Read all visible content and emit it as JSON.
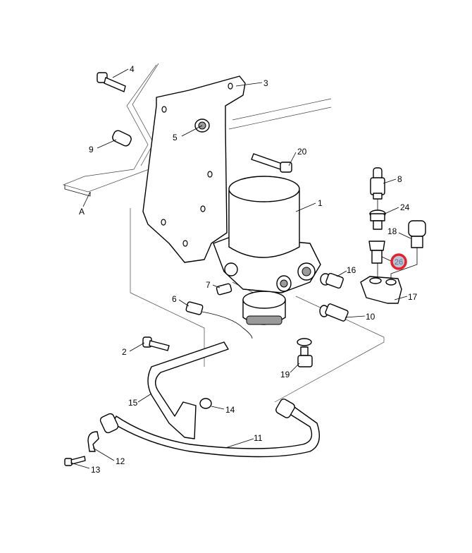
{
  "diagram": {
    "title": "Air dryer assembly exploded parts view",
    "callouts": [
      {
        "id": "1",
        "text": "1"
      },
      {
        "id": "2",
        "text": "2"
      },
      {
        "id": "3",
        "text": "3"
      },
      {
        "id": "4",
        "text": "4"
      },
      {
        "id": "5",
        "text": "5"
      },
      {
        "id": "6",
        "text": "6"
      },
      {
        "id": "7",
        "text": "7"
      },
      {
        "id": "8",
        "text": "8"
      },
      {
        "id": "9",
        "text": "9"
      },
      {
        "id": "10",
        "text": "10"
      },
      {
        "id": "11",
        "text": "11"
      },
      {
        "id": "12",
        "text": "12"
      },
      {
        "id": "13",
        "text": "13"
      },
      {
        "id": "14",
        "text": "14"
      },
      {
        "id": "15",
        "text": "15"
      },
      {
        "id": "16",
        "text": "16"
      },
      {
        "id": "17",
        "text": "17"
      },
      {
        "id": "18",
        "text": "18"
      },
      {
        "id": "19",
        "text": "19"
      },
      {
        "id": "20",
        "text": "20"
      },
      {
        "id": "24",
        "text": "24"
      },
      {
        "id": "A",
        "text": "A"
      }
    ],
    "highlighted": {
      "text": "26",
      "ring_color": "#e8202a",
      "fill_color": "#b9c4d4",
      "text_color": "#5a6e90"
    }
  }
}
